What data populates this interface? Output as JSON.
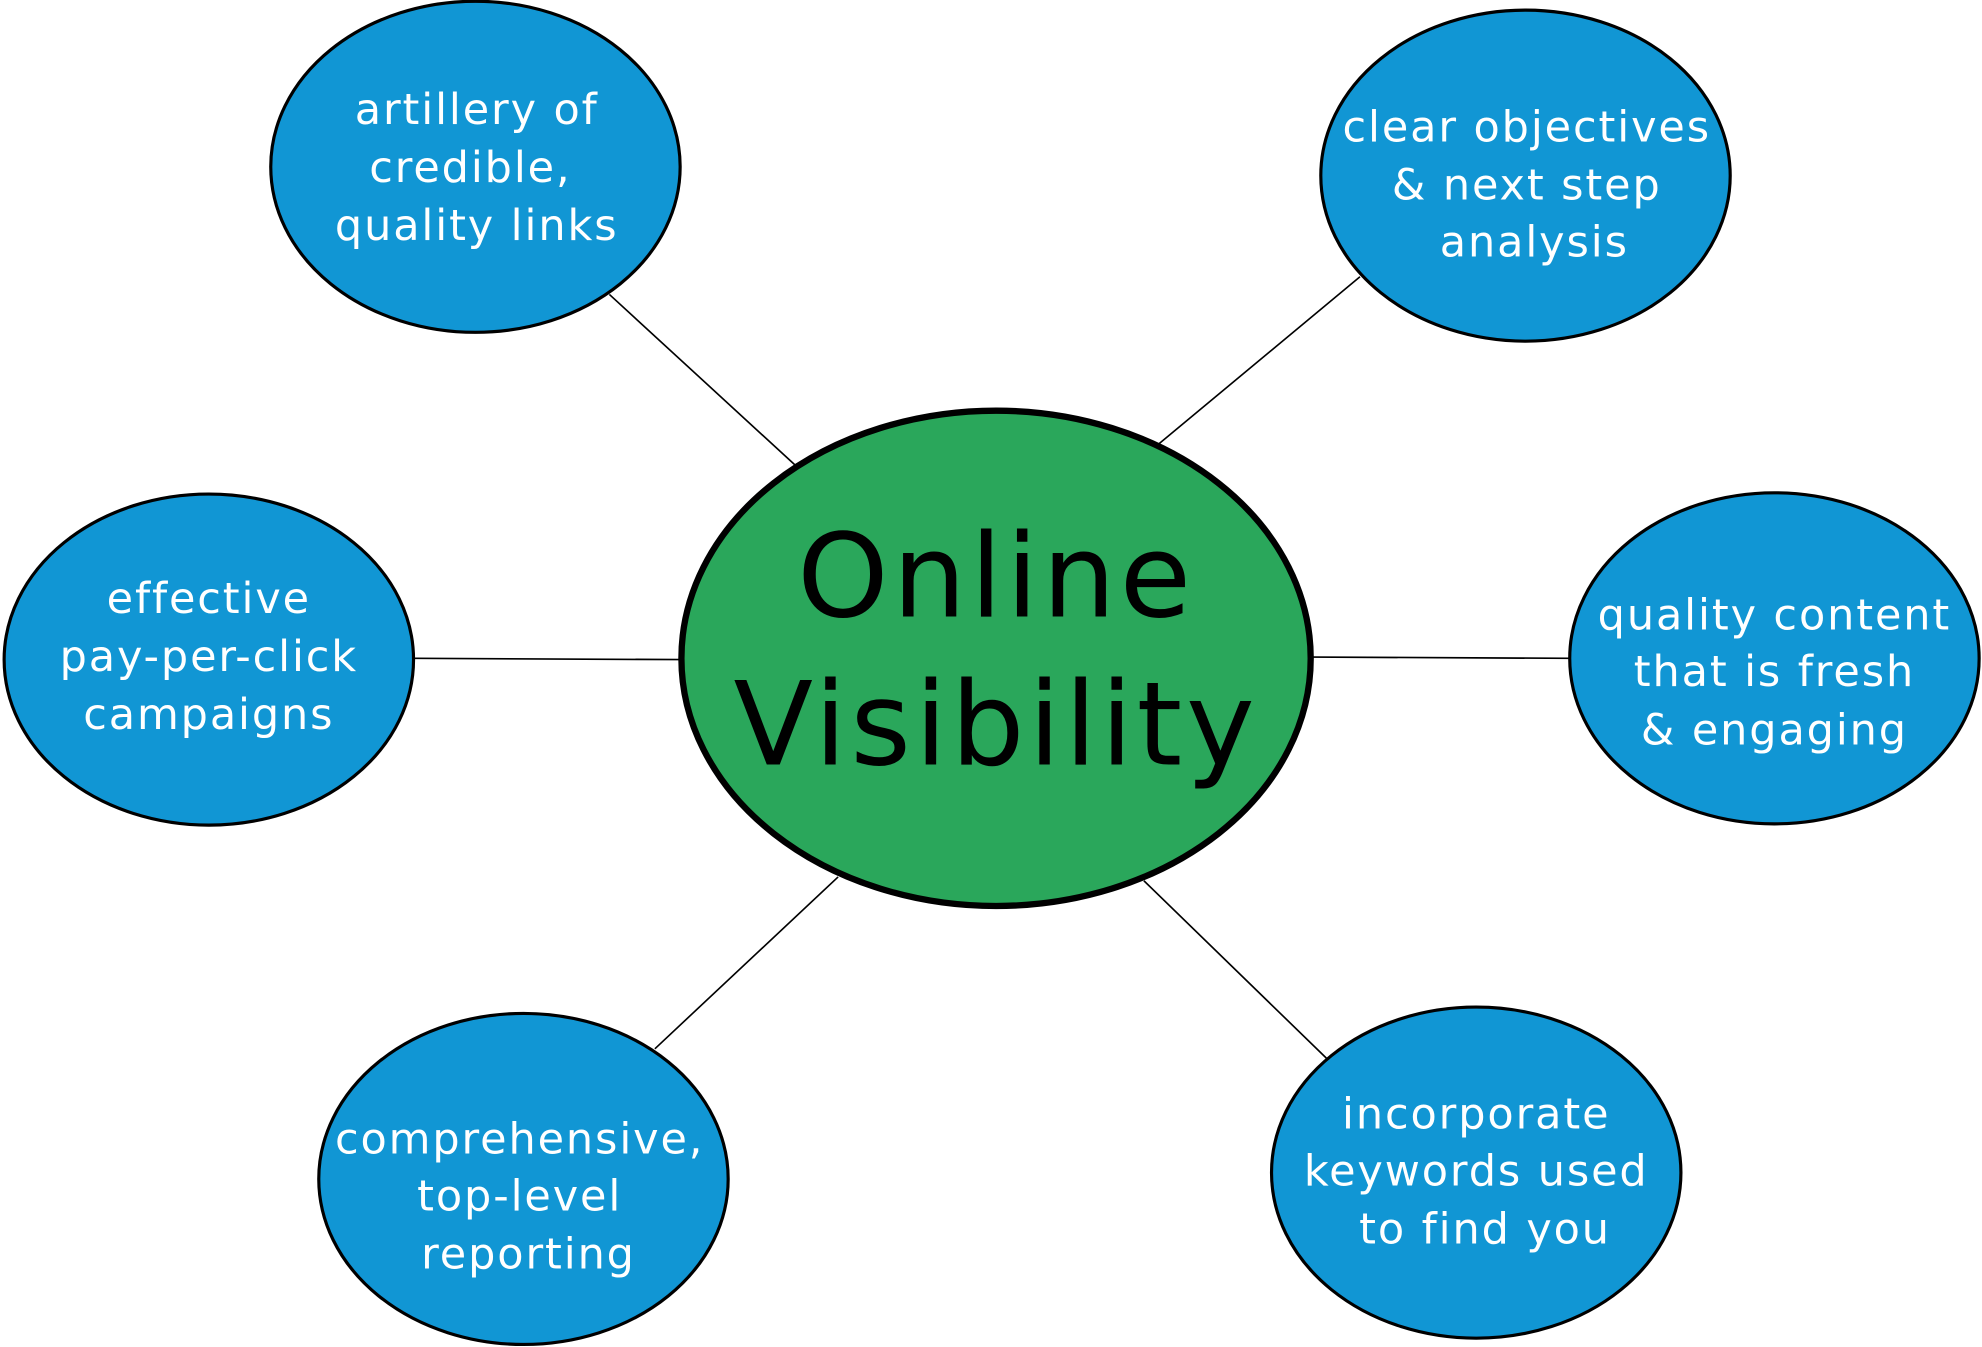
{
  "colors": {
    "node_fill": "#1196d4",
    "center_fill": "#2aa75b",
    "stroke": "#000000",
    "background": "#ffffff"
  },
  "center": {
    "lines": [
      "Online",
      "Visibility"
    ]
  },
  "nodes": [
    {
      "id": "top-left",
      "lines": [
        "artillery of",
        "credible,",
        "quality links"
      ]
    },
    {
      "id": "top-right",
      "lines": [
        "clear objectives",
        "& next step",
        "analysis"
      ]
    },
    {
      "id": "middle-left",
      "lines": [
        "effective",
        "pay-per-click",
        "campaigns"
      ]
    },
    {
      "id": "middle-right",
      "lines": [
        "quality content",
        "that is fresh",
        "& engaging"
      ]
    },
    {
      "id": "bottom-left",
      "lines": [
        "comprehensive,",
        "top-level",
        "reporting"
      ]
    },
    {
      "id": "bottom-right",
      "lines": [
        "incorporate",
        "keywords used",
        "to find you"
      ]
    }
  ]
}
